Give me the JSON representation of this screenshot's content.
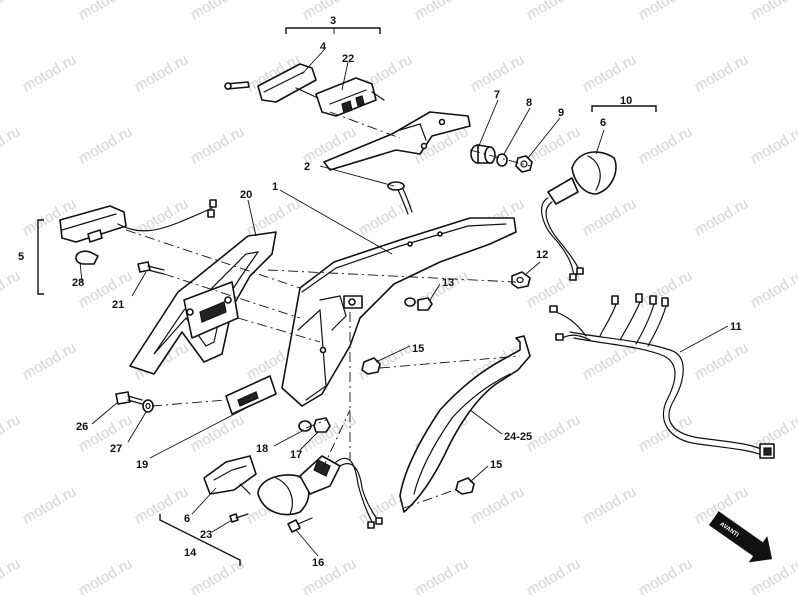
{
  "watermark": "motod.ru",
  "direction_arrow": {
    "label": "AVANTI",
    "icon": "forward-arrow-icon"
  },
  "callouts": {
    "c1": "1",
    "c2": "2",
    "c3": "3",
    "c4": "4",
    "c5": "5",
    "c6a": "6",
    "c6b": "6",
    "c7": "7",
    "c8": "8",
    "c9": "9",
    "c10": "10",
    "c11": "11",
    "c12": "12",
    "c13": "13",
    "c14": "14",
    "c15a": "15",
    "c15b": "15",
    "c16": "16",
    "c17": "17",
    "c18": "18",
    "c19": "19",
    "c20": "20",
    "c21": "21",
    "c22": "22",
    "c23": "23",
    "c2425": "24-25",
    "c26": "26",
    "c27": "27",
    "c28": "28"
  }
}
